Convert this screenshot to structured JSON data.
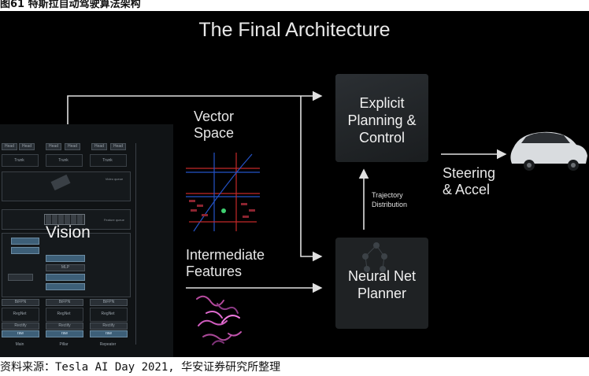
{
  "caption": "图61 特斯拉自动驾驶算法架构",
  "source": "资料来源：Tesla AI Day 2021, 华安证券研究所整理",
  "slide": {
    "title": "The Final Architecture",
    "vision_label": "Vision",
    "vector_space_label": "Vector Space",
    "intermediate_features_label": "Intermediate Features",
    "planning_box_label": "Explicit Planning & Control",
    "neural_planner_label": "Neural Net Planner",
    "trajectory_label": "Trajectory Distribution",
    "steering_label": "Steering & Accel"
  },
  "vision_panel": {
    "head_label": "Head",
    "trunk_label": "Trunk",
    "video_queue_label": "Video queue",
    "feature_queue_label": "Feature queue",
    "mlp_label": "MLP",
    "bifpn_label": "BiFPN",
    "regnet_label": "RegNet",
    "rectify_label": "Rectify",
    "raw_label": "raw",
    "cameras": [
      "Main",
      "Pillar",
      "Repeater"
    ]
  },
  "colors": {
    "background": "#000000",
    "box": "#1f2224",
    "text": "#e6e6e6",
    "accent_blue": "#3d5f78"
  }
}
